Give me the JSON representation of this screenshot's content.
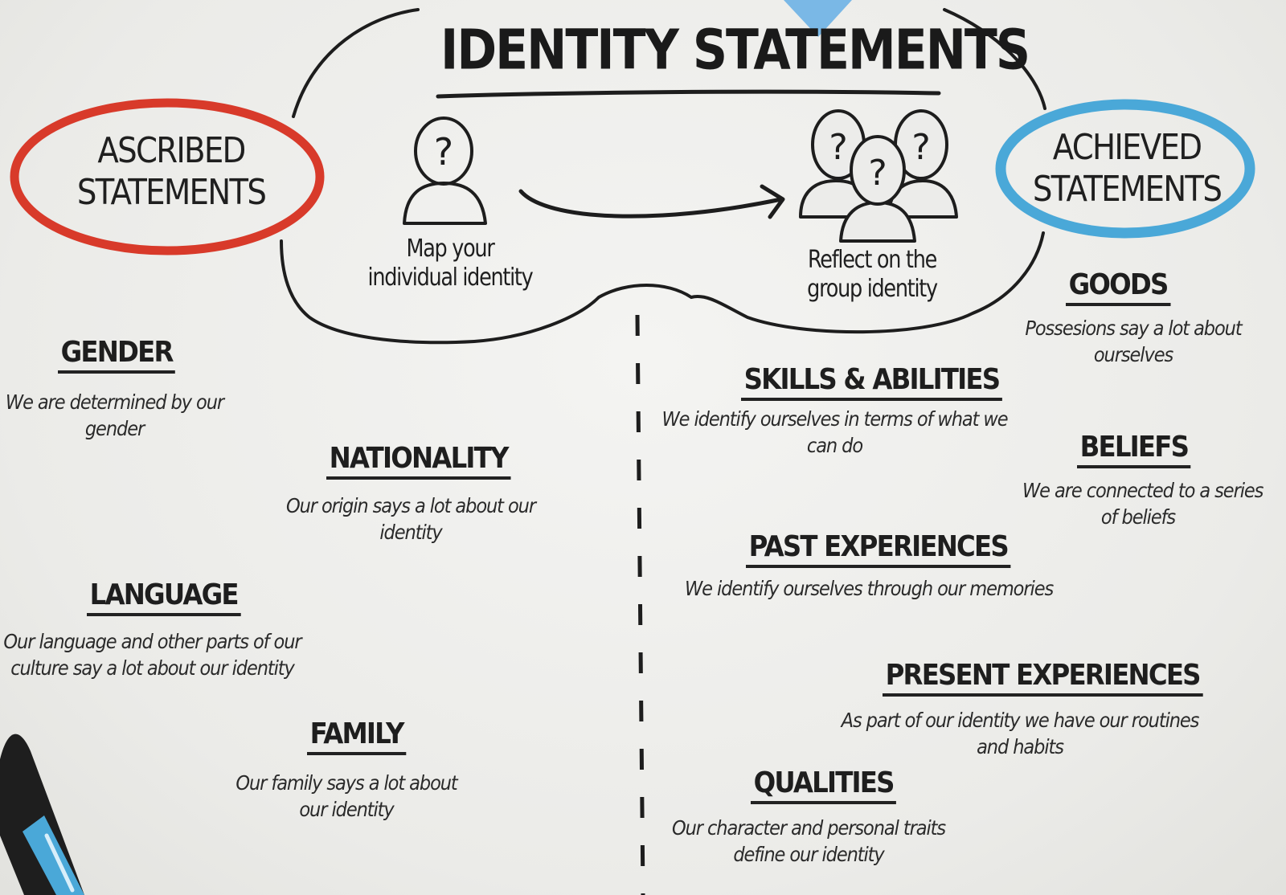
{
  "title": "IDENTITY STATEMENTS",
  "ascribed": {
    "line1": "ASCRIBED",
    "line2": "STATEMENTS",
    "color": "#d83a2a"
  },
  "achieved": {
    "line1": "ACHIEVED",
    "line2": "STATEMENTS",
    "color": "#4aa8d8"
  },
  "individual_caption": {
    "line1": "Map your",
    "line2": "individual identity"
  },
  "group_caption": {
    "line1": "Reflect on the",
    "line2": "group identity"
  },
  "ascribed_items": [
    {
      "heading": "GENDER",
      "line1": "We are determined by our",
      "line2": "gender"
    },
    {
      "heading": "NATIONALITY",
      "line1": "Our origin says a lot about our",
      "line2": "identity"
    },
    {
      "heading": "LANGUAGE",
      "line1": "Our language and other parts of our",
      "line2": "culture say a lot about our identity"
    },
    {
      "heading": "FAMILY",
      "line1": "Our family says a lot about",
      "line2": "our identity"
    }
  ],
  "achieved_items": [
    {
      "heading": "GOODS",
      "line1": "Possesions say a lot about",
      "line2": "ourselves"
    },
    {
      "heading": "SKILLS & ABILITIES",
      "line1": "We identify ourselves in terms of what we",
      "line2": "can do"
    },
    {
      "heading": "BELIEFS",
      "line1": "We are connected to a series",
      "line2": "of beliefs"
    },
    {
      "heading": "PAST EXPERIENCES",
      "line1": "We identify ourselves through our memories",
      "line2": ""
    },
    {
      "heading": "PRESENT EXPERIENCES",
      "line1": "As part of our identity we have our routines",
      "line2": "and habits"
    },
    {
      "heading": "QUALITIES",
      "line1": "Our character and personal traits",
      "line2": "define our identity"
    }
  ],
  "icons": {
    "marker_color": "#4aa8d8",
    "pointer_color": "#7ab8e6"
  }
}
